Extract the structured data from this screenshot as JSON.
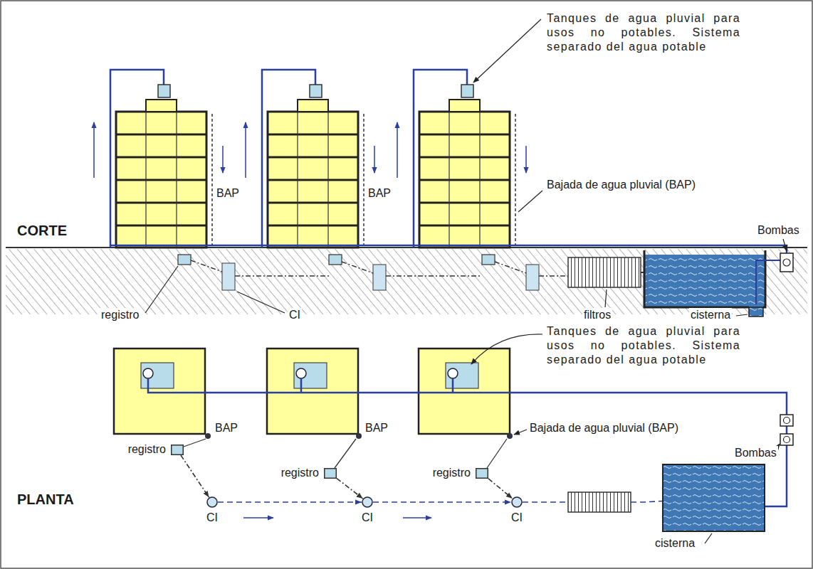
{
  "diagram": {
    "nodes": [
      {
        "text": [
          "registro"
        ]
      },
      {
        "text": [
          "CI"
        ]
      },
      {
        "text": [
          "registro"
        ]
      },
      {
        "text": [
          "CI"
        ]
      },
      {
        "text": [
          "registro"
        ]
      },
      {
        "text": [
          "CI"
        ]
      },
      {
        "text": [
          "cisterna"
        ]
      }
    ],
    "edges": [
      {
        "from": 0,
        "to": 1,
        "arrow": "to"
      },
      {
        "from": 1,
        "to": 3,
        "arrow": "to"
      },
      {
        "from": 2,
        "to": 3,
        "arrow": "to"
      },
      {
        "from": 3,
        "to": 5,
        "arrow": "to"
      },
      {
        "from": 4,
        "to": 5,
        "arrow": "to"
      },
      {
        "from": 5,
        "to": 6,
        "arrow": "none"
      }
    ],
    "labels": [
      "CORTE",
      "Tanques de agua pluvial para usos no potables. Sistema separado del agua potable",
      "BAP",
      "BAP",
      "Bajada de agua pluvial (BAP)",
      "Bombas",
      "registro",
      "CI",
      "filtros",
      "cisterna",
      "Tanques de agua pluvial para usos no potables. Sistema separado del agua potable",
      "BAP",
      "BAP",
      "Bajada de agua pluvial (BAP)",
      "Bombas",
      "PLANTA"
    ]
  }
}
